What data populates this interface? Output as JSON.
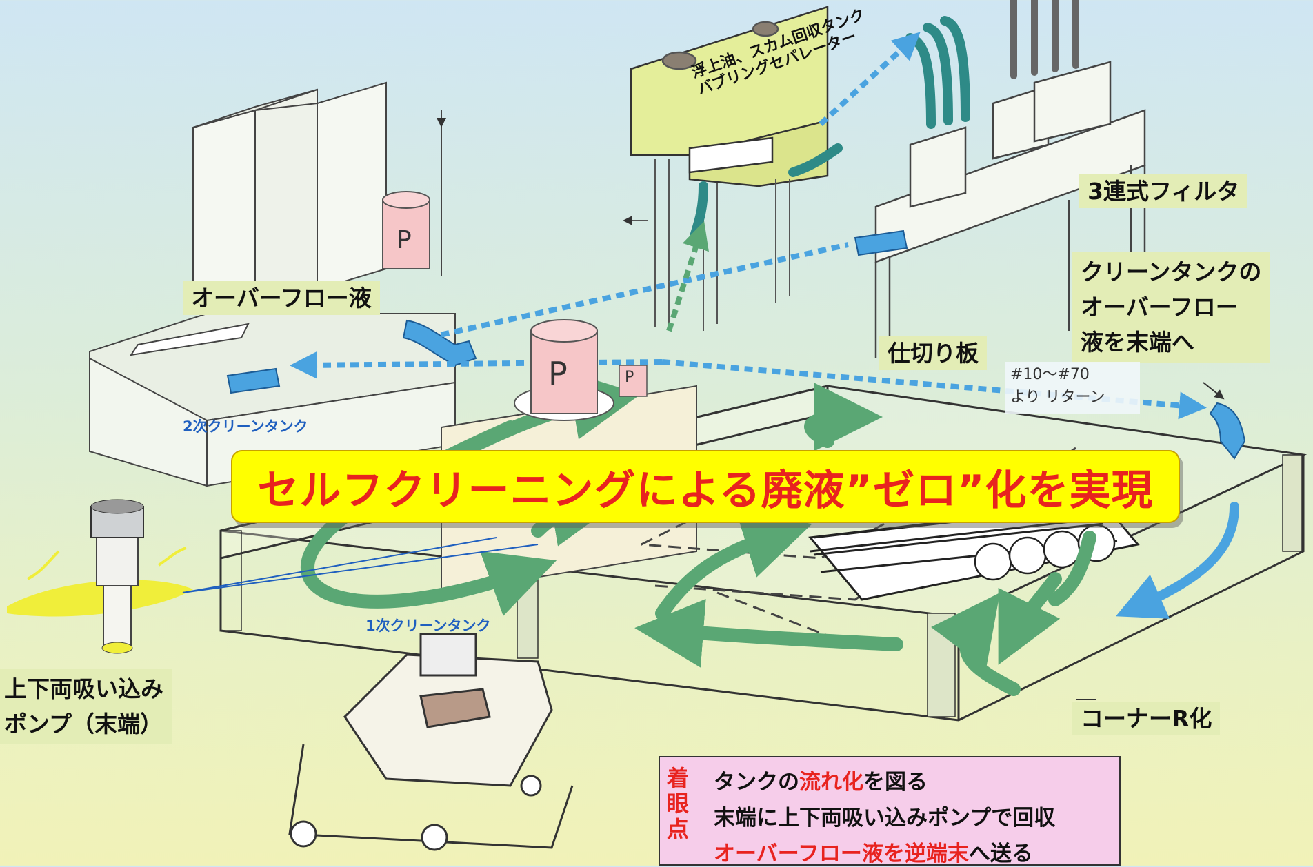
{
  "labels": {
    "overflow_liquid": "オーバーフロー液",
    "secondary_tank": "2次クリーンタンク",
    "primary_tank": "1次クリーンタンク",
    "separator": "浮上油、スカム回収タンク\nバブリングセパレーター",
    "separator_line1": "浮上油、スカム回収タンク",
    "separator_line2": "バブリングセパレーター",
    "triple_filter": "3連式フィルタ",
    "clean_tank_overflow_1": "クリーンタンクの",
    "clean_tank_overflow_2": "オーバーフロー",
    "clean_tank_overflow_3": "液を末端へ",
    "partition": "仕切り板",
    "return_1": "#10～#70",
    "return_2": "より リターン",
    "pump_1": "上下両吸い込み",
    "pump_2": "ポンプ（末端）",
    "corner": "コーナーR化",
    "pump_letter": "P"
  },
  "banner": "セルフクリーニングによる廃液”ゼロ”化を実現",
  "keypoints": {
    "heading": [
      "着",
      "眼",
      "点"
    ],
    "line1": {
      "before": "タンクの",
      "highlight": "流れ化",
      "after": "を図る"
    },
    "line2": "末端に上下両吸い込みポンプで回収",
    "line3": {
      "highlight": "オーバーフロー液を逆端末",
      "after": "へ送る"
    }
  },
  "colors": {
    "green_flow": "#5aa774",
    "blue_flow": "#4aa3e0",
    "banner_bg": "#ffff00",
    "banner_text": "#e8231f",
    "label_bg": "#e3edb6",
    "keypoint_bg": "#f6cdea",
    "pump_pink": "#f6c6c8",
    "separator_fill": "#e4ee9a"
  }
}
